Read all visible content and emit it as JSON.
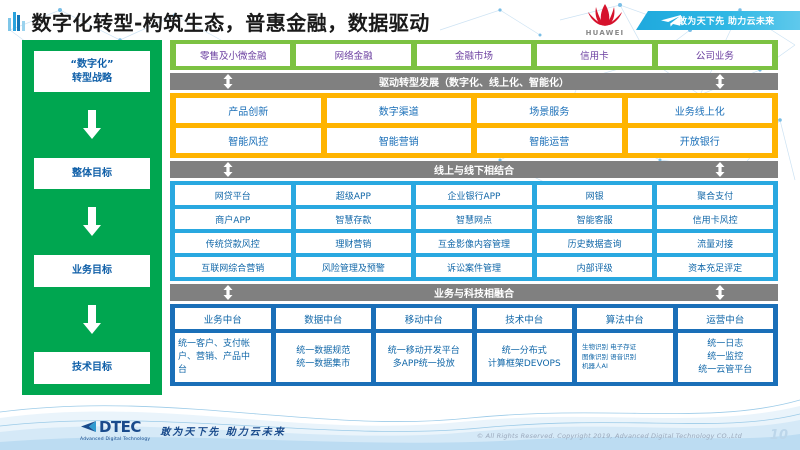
{
  "header": {
    "title": "数字化转型-构筑生态，普惠金融，数据驱动",
    "brand_name": "HUAWEI",
    "banner_text": "敢为天下先 助力云未来"
  },
  "sidebar": {
    "items": [
      {
        "label": "“数字化”\n转型战略"
      },
      {
        "label": "整体目标"
      },
      {
        "label": "业务目标"
      },
      {
        "label": "技术目标"
      }
    ],
    "item_1_line1": "“数字化”",
    "item_1_line2": "转型战略",
    "item_2": "整体目标",
    "item_3": "业务目标",
    "item_4": "技术目标"
  },
  "business_lines": {
    "cells": [
      "零售及小微金融",
      "网络金融",
      "金融市场",
      "信用卡",
      "公司业务"
    ]
  },
  "drive_band": {
    "header": "驱动转型发展（数字化、线上化、智能化）",
    "row1": [
      "产品创新",
      "数字渠道",
      "场景服务",
      "业务线上化"
    ],
    "row2": [
      "智能风控",
      "智能营销",
      "智能运营",
      "开放银行"
    ]
  },
  "online_offline_band": {
    "header": "线上与线下相结合",
    "row1": [
      "网贷平台",
      "超级APP",
      "企业银行APP",
      "网银",
      "聚合支付"
    ],
    "row2": [
      "商户APP",
      "智慧存款",
      "智慧网点",
      "智能客服",
      "信用卡风控"
    ],
    "row3": [
      "传统贷款风控",
      "理财营销",
      "互金影像内容管理",
      "历史数据查询",
      "流量对接"
    ],
    "row4": [
      "互联网综合营销",
      "风险管理及预警",
      "诉讼案件管理",
      "内部评级",
      "资本充足评定"
    ]
  },
  "tech_band": {
    "header": "业务与科技相融合",
    "columns": [
      {
        "title": "业务中台",
        "lines": [
          "统一客户、支付帐",
          "户、营销、产品中",
          "台"
        ]
      },
      {
        "title": "数据中台",
        "lines": [
          "统一数据规范",
          "统一数据集市"
        ]
      },
      {
        "title": "移动中台",
        "lines": [
          "统一移动开发平台",
          "多APP统一投放"
        ]
      },
      {
        "title": "技术中台",
        "lines": [
          "统一分布式",
          "计算框架DEVOPS"
        ]
      },
      {
        "title": "算法中台",
        "lines": [
          "生物识别 电子存证",
          "图像识别 语音识别",
          "机器人AI"
        ]
      },
      {
        "title": "运营中台",
        "lines": [
          "统一日志",
          "统一监控",
          "统一云管平台"
        ]
      }
    ]
  },
  "footer": {
    "logo_word": "DTEC",
    "logo_sub": "Advanced Digital Technology",
    "slogan": "敢为天下先  助力云未来",
    "copyright": "© All Rights Reserved. Copyright 2019, Advanced Digital Technology CO.,Ltd",
    "page_number": "10"
  },
  "colors": {
    "green_sidebar": "#00a650",
    "green_light": "#7cc242",
    "orange": "#ffb400",
    "blue_light": "#29a8e0",
    "blue_navy": "#1a6fb8",
    "gray_band": "#808080",
    "text_blue": "#1167a8",
    "text_purple": "#6b3fa0"
  }
}
